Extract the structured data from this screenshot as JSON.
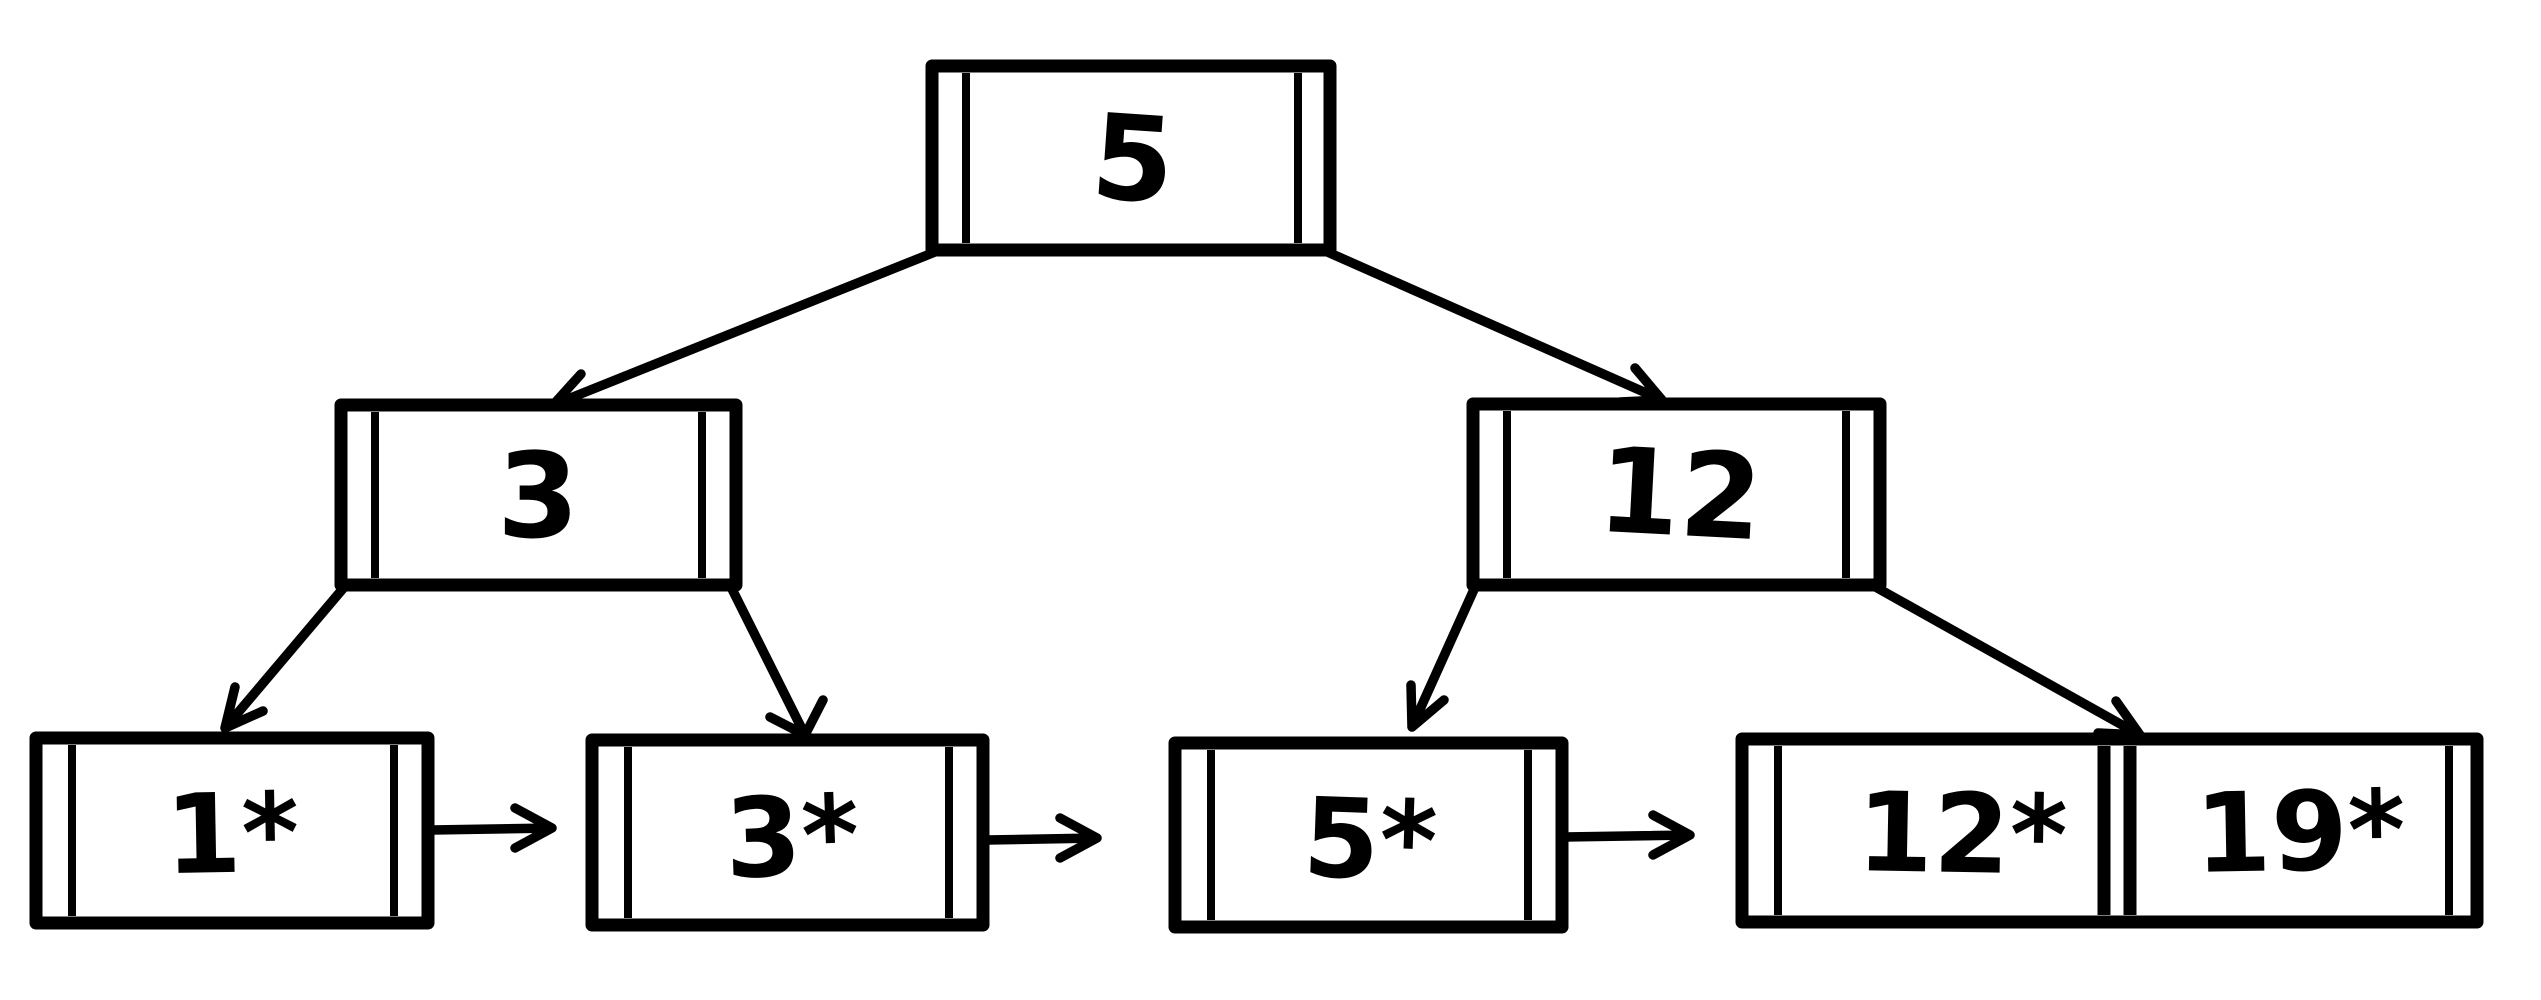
{
  "canvas": {
    "background": "#ffffff",
    "ink": "#000000"
  },
  "tree": {
    "kind": "b-plus-tree-sketch",
    "root": {
      "label": "5"
    },
    "internal": [
      {
        "label": "3"
      },
      {
        "label": "12"
      }
    ],
    "leaves": [
      {
        "label": "1*"
      },
      {
        "label": "3*"
      },
      {
        "label": "5*"
      },
      {
        "label": "12*"
      },
      {
        "label": "19*"
      }
    ],
    "edges": [
      {
        "from": "5",
        "to": "3"
      },
      {
        "from": "5",
        "to": "12"
      },
      {
        "from": "3",
        "to": "1*"
      },
      {
        "from": "3",
        "to": "3*"
      },
      {
        "from": "12",
        "to": "5*"
      },
      {
        "from": "12",
        "to": "12*|19*"
      }
    ],
    "leaf_chain": [
      "1*",
      "3*",
      "5*",
      "12*|19*"
    ]
  }
}
